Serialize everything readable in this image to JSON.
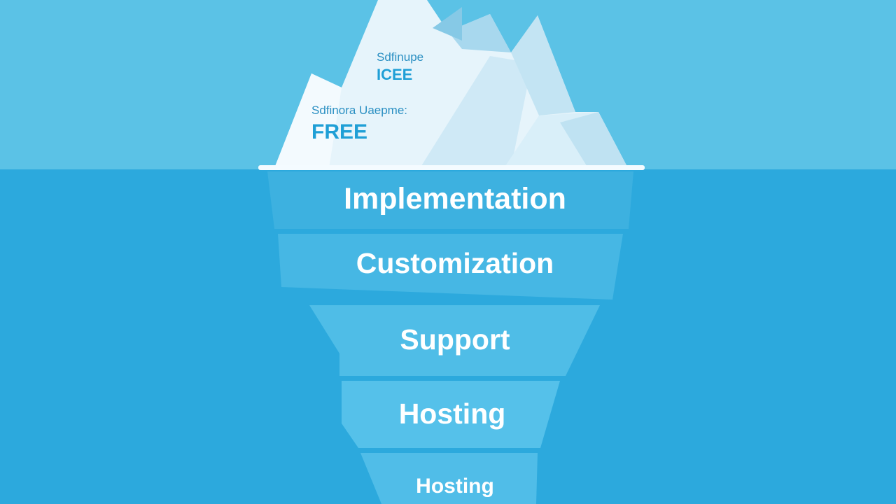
{
  "colors": {
    "sky": "#5bc2e6",
    "water": "#2ca9dd",
    "waterline": "#f4fbff",
    "ice_light": "#eef8fd",
    "ice_mid": "#d3ecf7",
    "ice_shadow": "#a9d9ee",
    "label_dark": "#1f9fd6",
    "tier_text": "#ffffff"
  },
  "tip": {
    "label_small_1": "Sdfinupe",
    "label_big_1": "ICEE",
    "label_small_2": "Sdfinora Uaepme:",
    "label_big_2": "FREE"
  },
  "tiers": [
    {
      "label": "Implementation",
      "fill": "#3db1e0"
    },
    {
      "label": "Customization",
      "fill": "#46b7e4"
    },
    {
      "label": "Support",
      "fill": "#4fbde7"
    },
    {
      "label": "Hosting",
      "fill": "#55c1ea"
    },
    {
      "label": "Hosting",
      "fill": "#50bde8"
    }
  ]
}
